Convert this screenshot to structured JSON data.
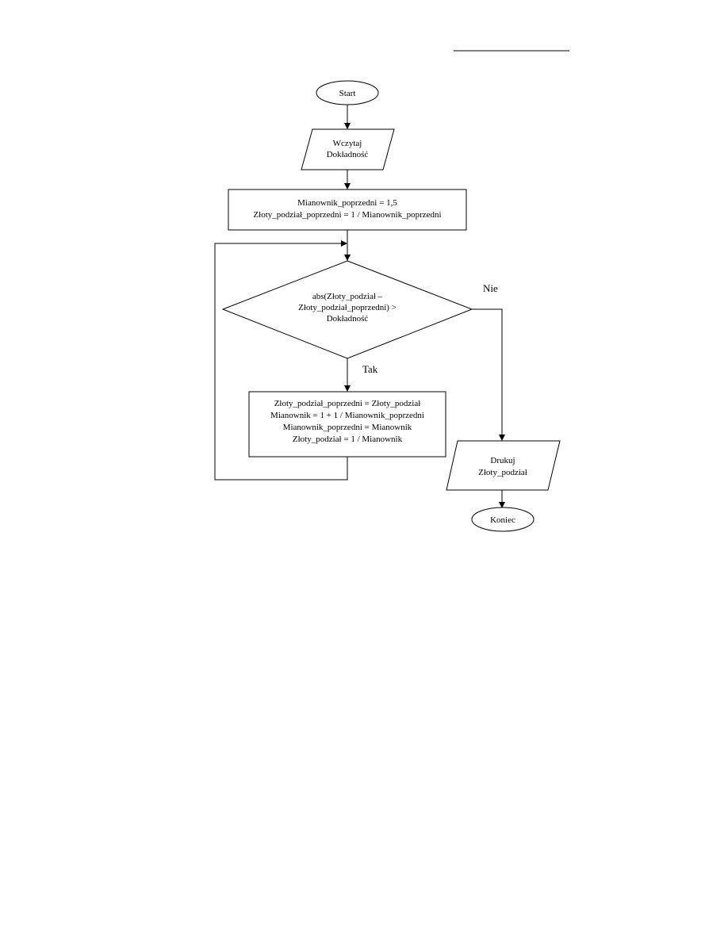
{
  "flowchart": {
    "start": "Start",
    "input": [
      "Wczytaj",
      "Dokładność"
    ],
    "init": [
      "Mianownik_poprzedni = 1,5",
      "Złoty_podział_poprzedni = 1 / Mianownik_poprzedni"
    ],
    "decision": [
      "abs(Złoty_podział –",
      "Złoty_podział_poprzedni) >",
      "Dokładność"
    ],
    "no_label": "Nie",
    "yes_label": "Tak",
    "process": [
      "Złoty_podział_poprzedni = Złoty_podział",
      "Mianownik = 1 + 1 / Mianownik_poprzedni",
      "Mianownik_poprzedni = Mianownik",
      "Złoty_podział = 1 / Mianownik"
    ],
    "output": [
      "Drukuj",
      "Złoty_podział"
    ],
    "end": "Koniec"
  }
}
